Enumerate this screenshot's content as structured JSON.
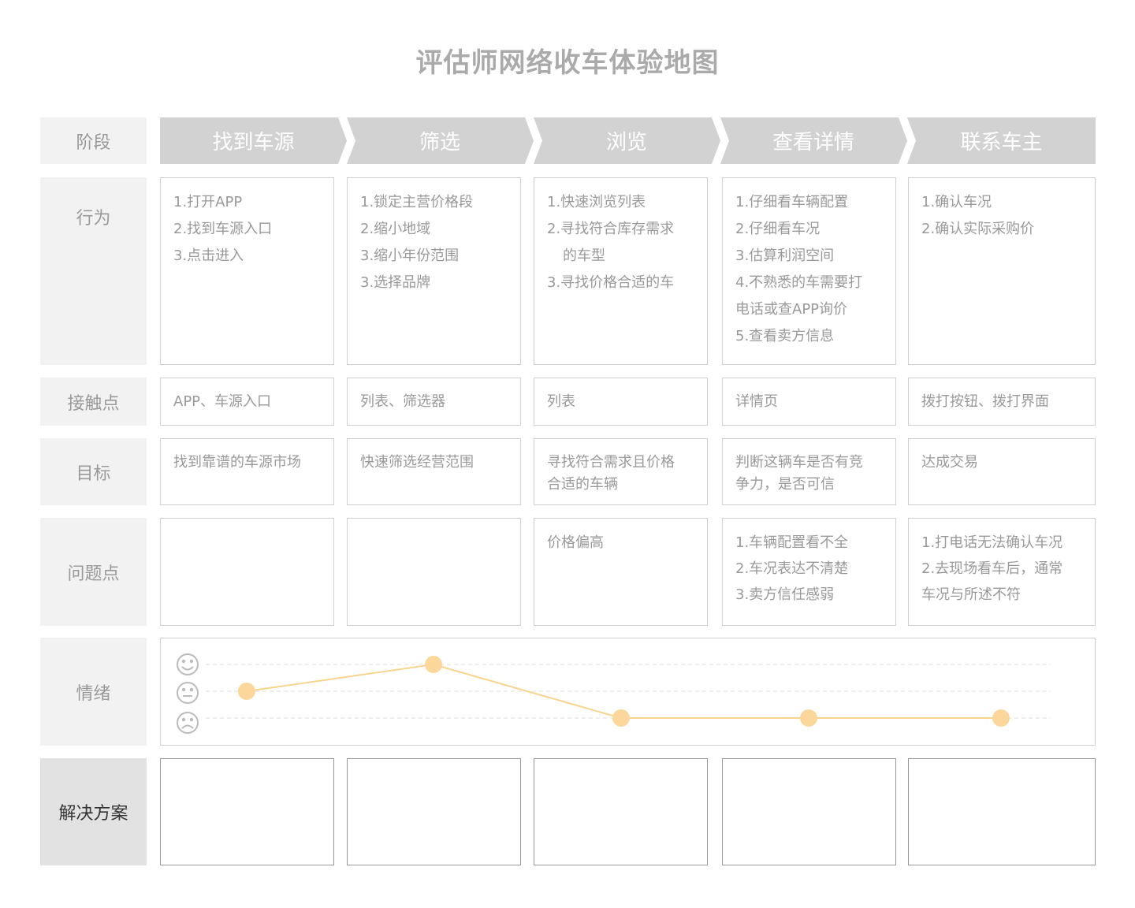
{
  "title": "评估师网络收车体验地图",
  "row_labels": {
    "stage": "阶段",
    "behavior": "行为",
    "touchpoint": "接触点",
    "goal": "目标",
    "problem": "问题点",
    "emotion": "情绪",
    "solution": "解决方案"
  },
  "stages": [
    "找到车源",
    "筛选",
    "浏览",
    "查看详情",
    "联系车主"
  ],
  "behaviors": [
    [
      "1.打开APP",
      "2.找到车源入口",
      "3.点击进入"
    ],
    [
      "1.锁定主营价格段",
      "2.缩小地域",
      "3.缩小年份范围",
      "3.选择品牌"
    ],
    [
      "1.快速浏览列表",
      "2.寻找符合库存需求",
      "的车型",
      "3.寻找价格合适的车"
    ],
    [
      "1.仔细看车辆配置",
      "2.仔细看车况",
      "3.估算利润空间",
      "4.不熟悉的车需要打",
      "电话或查APP询价",
      "5.查看卖方信息"
    ],
    [
      "1.确认车况",
      "2.确认实际采购价"
    ]
  ],
  "touchpoints": [
    "APP、车源入口",
    "列表、筛选器",
    "列表",
    "详情页",
    "拨打按钮、拨打界面"
  ],
  "goals": [
    [
      "找到靠谱的车源市场"
    ],
    [
      "快速筛选经营范围"
    ],
    [
      "寻找符合需求且价格",
      "合适的车辆"
    ],
    [
      "判断这辆车是否有竞",
      "争力，是否可信"
    ],
    [
      "达成交易"
    ]
  ],
  "problems": [
    [],
    [],
    [
      "价格偏高"
    ],
    [
      "1.车辆配置看不全",
      "2.车况表达不清楚",
      "3.卖方信任感弱"
    ],
    [
      "1.打电话无法确认车况",
      "2.去现场看车后，通常",
      "车况与所述不符"
    ]
  ],
  "emotion": {
    "levels": [
      "happy",
      "neutral",
      "sad"
    ],
    "values": [
      "neutral",
      "happy",
      "sad",
      "sad",
      "sad"
    ],
    "icons": [
      "smile-icon",
      "neutral-face-icon",
      "frown-icon"
    ]
  },
  "colors": {
    "stage_bg": "#d2d2d2",
    "label_bg": "#f2f2f2",
    "solution_label_bg": "#e2e2e2",
    "emotion_line": "#f8d48e",
    "emotion_dot": "#fbd79b"
  }
}
